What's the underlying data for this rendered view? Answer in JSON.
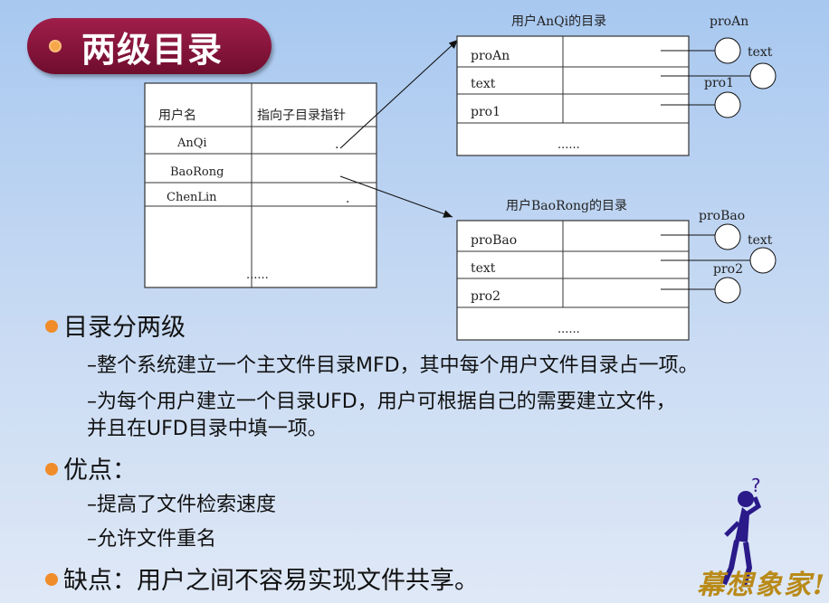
{
  "title": "两级目录",
  "mfd": {
    "header_user": "用户名",
    "header_ptr": "指向子目录指针",
    "rows": [
      "AnQi",
      "BaoRong",
      "ChenLin"
    ],
    "row_marks": [
      ".",
      "",
      "."
    ],
    "ellipsis": "......"
  },
  "ufd_anqi": {
    "caption": "用户AnQi的目录",
    "rows": [
      "proAn",
      "text",
      "pro1"
    ],
    "ellipsis": "......",
    "files": [
      "proAn",
      "text",
      "pro1"
    ]
  },
  "ufd_baorong": {
    "caption": "用户BaoRong的目录",
    "rows": [
      "proBao",
      "text",
      "pro2"
    ],
    "ellipsis": "......",
    "files": [
      "proBao",
      "text",
      "pro2"
    ]
  },
  "bullets": {
    "b1": "目录分两级",
    "b1_sub1": "–整个系统建立一个主文件目录MFD，其中每个用户文件目录占一项。",
    "b1_sub2a": "–为每个用户建立一个目录UFD，用户可根据自己的需要建立文件，",
    "b1_sub2b": "并且在UFD目录中填一项。",
    "b2": "优点：",
    "b2_sub1": "–提高了文件检索速度",
    "b2_sub2": "–允许文件重名",
    "b3": "缺点：用户之间不容易实现文件共享。"
  },
  "brand": "幕想象家!"
}
